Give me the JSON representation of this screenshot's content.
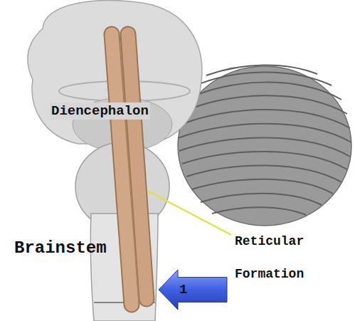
{
  "diagram": {
    "nodes": [
      {
        "text": [
          "1"
        ]
      }
    ],
    "labels": [
      "Diencephalon",
      "Brainstem",
      "Reticular Formation"
    ]
  }
}
